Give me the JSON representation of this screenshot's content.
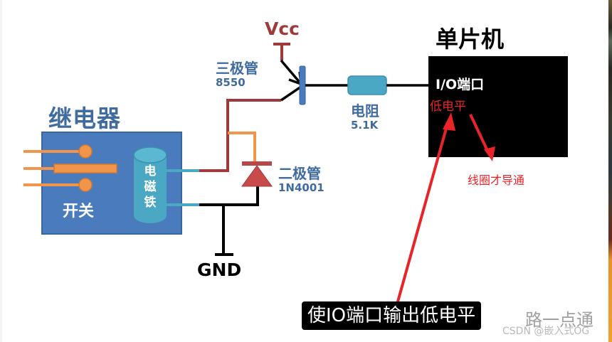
{
  "relay": {
    "title": "继电器",
    "switch_label": "开关",
    "coil_label": [
      "电",
      "磁",
      "铁"
    ]
  },
  "transistor": {
    "name": "三极管",
    "model": "8550"
  },
  "vcc": {
    "label": "Vcc"
  },
  "gnd": {
    "label": "GND"
  },
  "diode": {
    "name": "二极管",
    "model": "1N4001"
  },
  "resistor": {
    "name": "电阻",
    "value": "5.1K"
  },
  "mcu": {
    "title": "单片机",
    "io_label": "I/O端口",
    "level_label": "低电平"
  },
  "annotations": {
    "coil_conducts": "线圈才导通"
  },
  "subtitle": {
    "text": "使IO端口输出低电平",
    "trailing_text": "路一点通"
  },
  "watermark": "CSDN @嵌入式OG",
  "colors": {
    "relay_blue": "#4a7bbd",
    "label_blue": "#3f6ba0",
    "wire_red": "#9e3a3a",
    "wire_orange": "#f0954a",
    "coil_teal": "#4aa8c4",
    "annotation_red": "#e8232a",
    "mcu_black": "#000000"
  }
}
